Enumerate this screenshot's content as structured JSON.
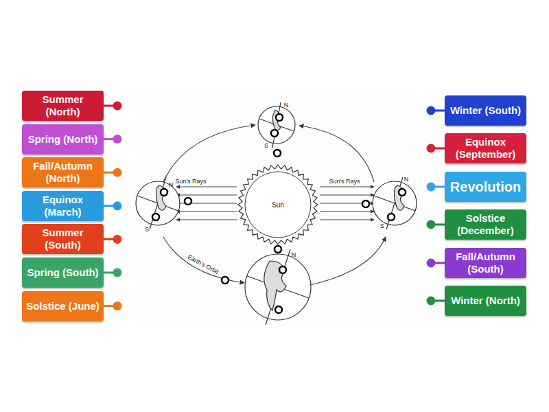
{
  "diagram": {
    "nodes": [
      {
        "text": [
          "Summer (North)"
        ]
      },
      {
        "text": [
          "Spring (North)"
        ]
      },
      {
        "text": [
          "Fall/Autumn (North)"
        ]
      },
      {
        "text": [
          "Equinox (March)"
        ]
      },
      {
        "text": [
          "Summer (South)"
        ]
      },
      {
        "text": [
          "Spring (South)"
        ]
      },
      {
        "text": [
          "Solstice (June)"
        ]
      },
      {
        "text": [
          "Winter (South)"
        ]
      },
      {
        "text": [
          "Equinox (September)"
        ]
      },
      {
        "text": [
          "Revolution"
        ]
      },
      {
        "text": [
          "Solstice (December)"
        ]
      },
      {
        "text": [
          "Fall/Autumn (South)"
        ]
      },
      {
        "text": [
          "Winter (North)"
        ]
      },
      {
        "text": [
          "Sun"
        ]
      }
    ],
    "labels": [
      "Sun's Rays",
      "Sun's Rays",
      "Earth's Orbit",
      "N",
      "S",
      "N",
      "S",
      "N",
      "S",
      "N"
    ]
  }
}
